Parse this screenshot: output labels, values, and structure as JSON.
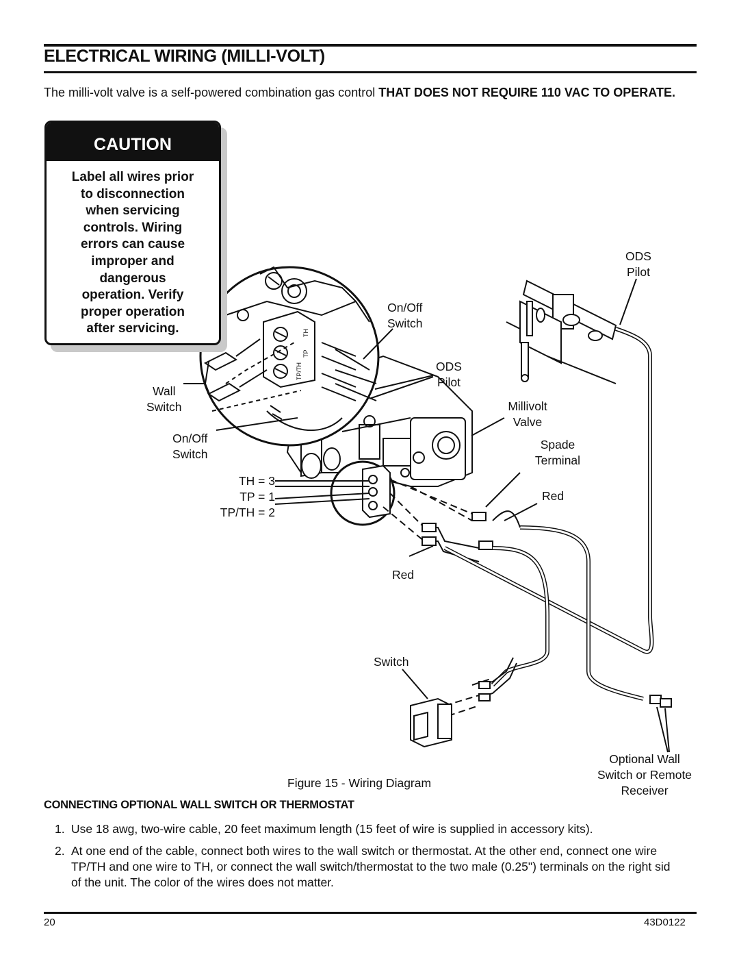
{
  "header": {
    "title": "ELECTRICAL WIRING (MILLI-VOLT)"
  },
  "intro": {
    "text": "The milli-volt valve is a self-powered combination gas control ",
    "caps": "THAT DOES NOT REQUIRE 110 VAC TO OPERATE."
  },
  "caution": {
    "heading": "CAUTION",
    "text": "Label all wires prior\nto disconnection\nwhen servicing\ncontrols. Wiring\nerrors can cause\nimproper and\ndangerous\noperation. Verify\nproper operation\nafter servicing."
  },
  "diagram": {
    "labels": {
      "onoff_switch_top": "On/Off\nSwitch",
      "ods_pilot_mid": "ODS\nPilot",
      "wall_switch": "Wall\nSwitch",
      "onoff_switch_left": "On/Off\nSwitch",
      "th": "TH = 3",
      "tp": "TP = 1",
      "tpth": "TP/TH = 2",
      "ods_pilot_right": "ODS\nPilot",
      "millivolt_valve": "Millivolt\nValve",
      "spade_terminal": "Spade\nTerminal",
      "red_right": "Red",
      "red_bottom": "Red",
      "switch": "Switch",
      "optional": "Optional Wall\nSwitch or Remote\nReceiver"
    },
    "terminal_marks": {
      "tpth": "TP/TH",
      "tp": "TP",
      "th": "TH"
    },
    "caption": "Figure 15 - Wiring Diagram"
  },
  "section": {
    "heading": "CONNECTING OPTIONAL WALL SWITCH OR THERMOSTAT",
    "steps": [
      {
        "num": "1.",
        "line1": "Use 18 awg, two-wire cable, 20 feet maximum length (15 feet of wire is supplied in accessory kits)."
      },
      {
        "num": "2.",
        "line1": "At one end of the cable, connect both wires to the wall switch or thermostat. At the other end, connect one wire",
        "line2": "TP/TH and one wire to TH, or connect the wall switch/thermostat to the two male (0.25\") terminals on the right sid",
        "line3": "of the unit. The color of the wires does not matter."
      }
    ]
  },
  "footer": {
    "page": "20",
    "doc_id": "43D0122"
  }
}
